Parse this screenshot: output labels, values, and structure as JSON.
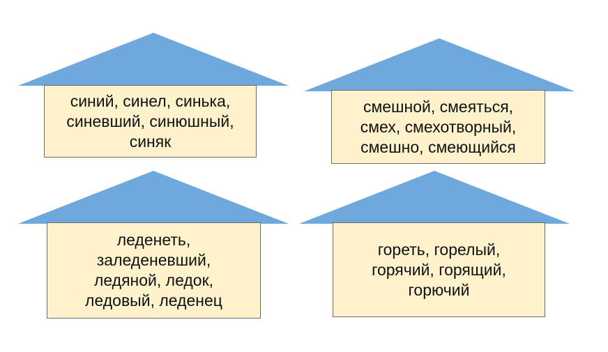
{
  "colors": {
    "roof": "#6fa8dc",
    "wall": "#fdf2cc",
    "border": "#6b6b6b",
    "text": "#111111"
  },
  "houses": [
    {
      "lines": [
        "синий, синел, синька,",
        "синевший, синюшный,",
        "синяк"
      ]
    },
    {
      "lines": [
        "смешной, смеяться,",
        "смех, смехотворный,",
        "смешно, смеющийся"
      ]
    },
    {
      "lines": [
        "леденеть,",
        "заледеневший,",
        "ледяной, ледок,",
        "ледовый, леденец"
      ]
    },
    {
      "lines": [
        "гореть, горелый,",
        "горячий, горящий,",
        "горючий"
      ]
    }
  ]
}
